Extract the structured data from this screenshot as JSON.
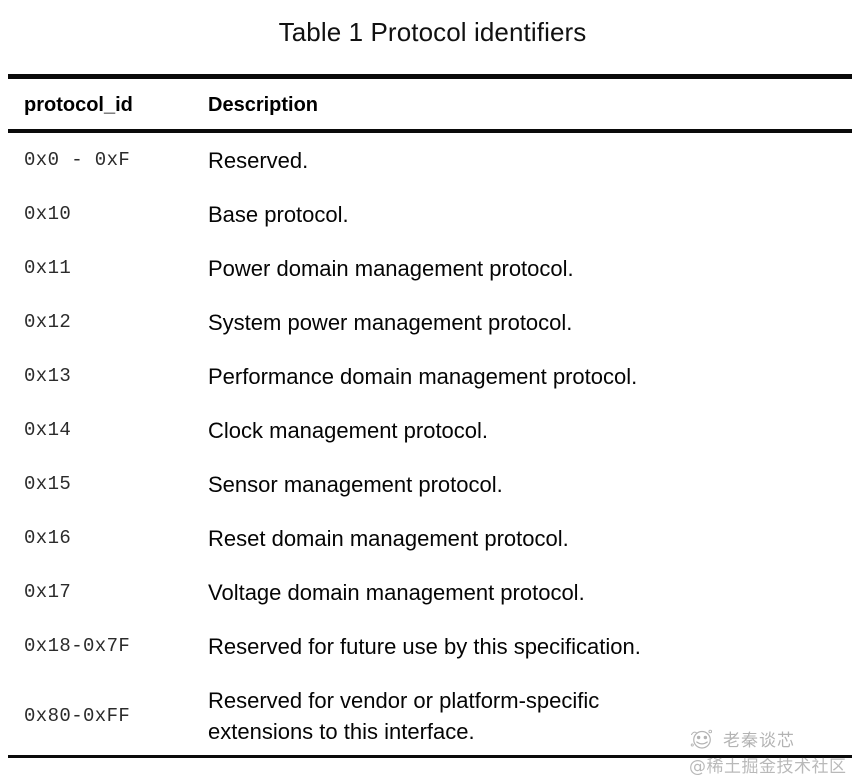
{
  "figure": {
    "caption": "Table 1 Protocol identifiers"
  },
  "table": {
    "columns": [
      {
        "key": "protocol_id",
        "label": "protocol_id"
      },
      {
        "key": "description",
        "label": "Description"
      }
    ],
    "rows": [
      {
        "protocol_id": "0x0 - 0xF",
        "description_lines": [
          "Reserved."
        ]
      },
      {
        "protocol_id": "0x10",
        "description_lines": [
          "Base protocol."
        ]
      },
      {
        "protocol_id": "0x11",
        "description_lines": [
          "Power domain management protocol."
        ]
      },
      {
        "protocol_id": "0x12",
        "description_lines": [
          "System power management protocol."
        ]
      },
      {
        "protocol_id": "0x13",
        "description_lines": [
          "Performance domain management protocol."
        ]
      },
      {
        "protocol_id": "0x14",
        "description_lines": [
          "Clock management protocol."
        ]
      },
      {
        "protocol_id": "0x15",
        "description_lines": [
          "Sensor management protocol."
        ]
      },
      {
        "protocol_id": "0x16",
        "description_lines": [
          "Reset domain management protocol."
        ]
      },
      {
        "protocol_id": "0x17",
        "description_lines": [
          "Voltage domain management protocol."
        ]
      },
      {
        "protocol_id": "0x18-0x7F",
        "description_lines": [
          "Reserved for future use by this specification."
        ]
      },
      {
        "protocol_id": "0x80-0xFF",
        "description_lines": [
          "Reserved for vendor or platform-specific",
          "extensions to this interface."
        ]
      }
    ]
  },
  "watermark": {
    "name": "老秦谈芯",
    "handle": "@稀土掘金技术社区",
    "logo_icon": "cartoon-face-icon"
  },
  "colors": {
    "page_background": "#ffffff",
    "rule": "#0a0a0a",
    "text": "#050505",
    "id_text": "#2b2b2b",
    "watermark_text": "#3b3b3b"
  }
}
